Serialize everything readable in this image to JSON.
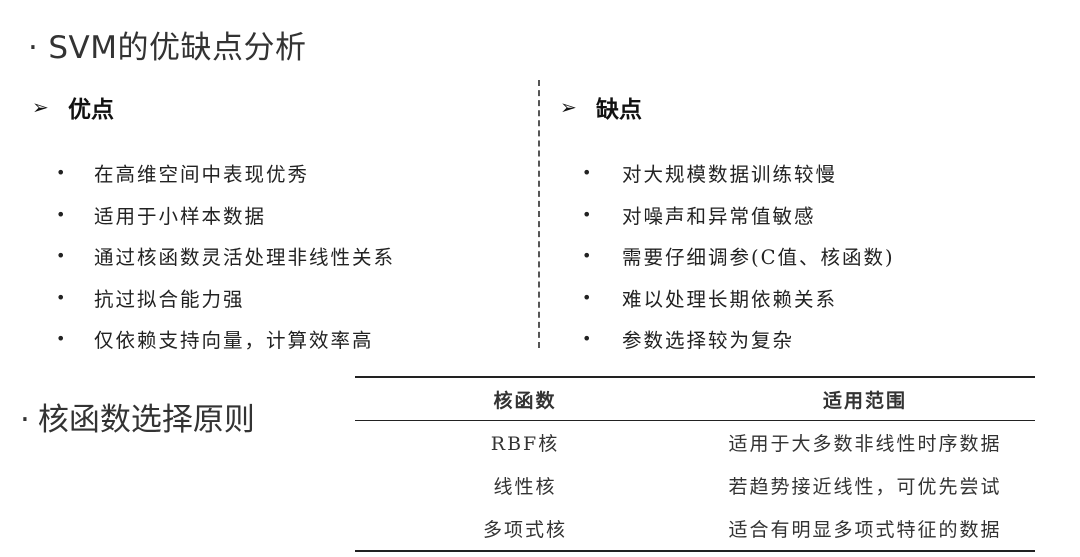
{
  "title": {
    "bullet": "·",
    "text": "SVM的优缺点分析"
  },
  "pros": {
    "arrow": "➢",
    "heading": "优点",
    "items": [
      "在高维空间中表现优秀",
      "适用于小样本数据",
      "通过核函数灵活处理非线性关系",
      "抗过拟合能力强",
      "仅依赖支持向量，计算效率高"
    ]
  },
  "cons": {
    "arrow": "➢",
    "heading": "缺点",
    "items": [
      "对大规模数据训练较慢",
      "对噪声和异常值敏感",
      "需要仔细调参(C值、核函数)",
      "难以处理长期依赖关系",
      "参数选择较为复杂"
    ]
  },
  "list_bullet": "•",
  "kernel_section": {
    "bullet": "·",
    "title": "核函数选择原则",
    "table": {
      "headers": [
        "核函数",
        "适用范围"
      ],
      "rows": [
        [
          "RBF核",
          "适用于大多数非线性时序数据"
        ],
        [
          "线性核",
          "若趋势接近线性，可优先尝试"
        ],
        [
          "多项式核",
          "适合有明显多项式特征的数据"
        ]
      ]
    }
  }
}
